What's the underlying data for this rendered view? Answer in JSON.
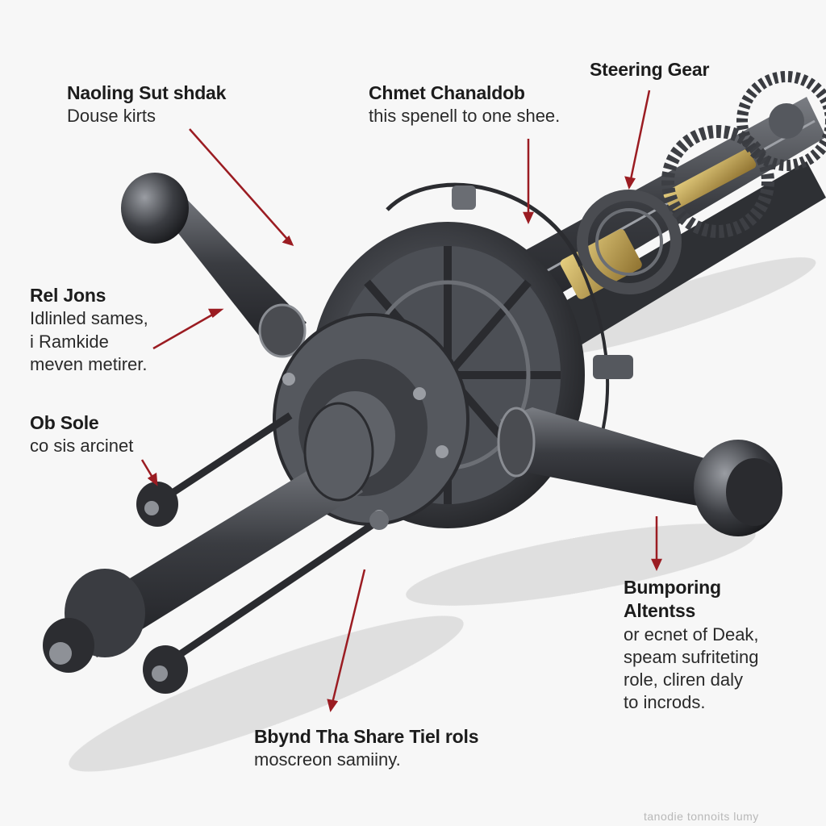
{
  "diagram": {
    "colors": {
      "background": "#f7f7f7",
      "leader_line": "#9b1c22",
      "metal_dark": "#3b3d42",
      "metal_mid": "#5d6066",
      "brass": "#c9a44a"
    }
  },
  "callouts": [
    {
      "title": "Naoling Sut shdak",
      "desc": [
        "Douse kirts"
      ]
    },
    {
      "title": "Chmet Chanaldob",
      "desc": [
        "this spenell to one shee."
      ]
    },
    {
      "title": "Steering Gear",
      "desc": []
    },
    {
      "title": "Rel Jons",
      "desc": [
        "Idlinled sames,",
        "i Ramkide",
        "meven metirer."
      ]
    },
    {
      "title": "Ob Sole",
      "desc": [
        "co sis arcinet"
      ]
    },
    {
      "title": "Bumporing",
      "title2": "Altentss",
      "desc": [
        "or ecnet of Deak,",
        "speam sufriteting",
        "role, cliren daly",
        "to incrods."
      ]
    },
    {
      "title": "Bbynd Tha Share Tiel rols",
      "desc": [
        "moscreon samiiny."
      ]
    }
  ],
  "watermark": "tanodie tonnoits lumy"
}
